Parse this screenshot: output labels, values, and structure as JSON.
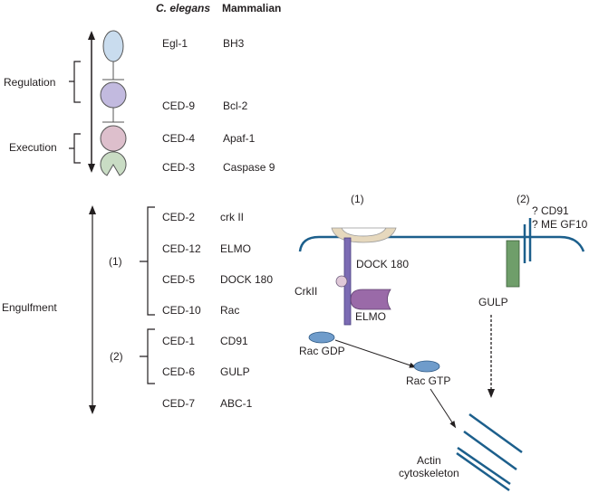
{
  "header": {
    "col_celegans": "C. elegans",
    "col_mammalian": "Mammalian"
  },
  "groups": {
    "regulation": "Regulation",
    "execution": "Execution",
    "engulfment": "Engulfment",
    "sub1": "(1)",
    "sub2": "(2)"
  },
  "apoptosis_rows": [
    {
      "celegans": "Egl-1",
      "mammalian": "BH3"
    },
    {
      "celegans": "CED-9",
      "mammalian": "Bcl-2"
    },
    {
      "celegans": "CED-4",
      "mammalian": "Apaf-1"
    },
    {
      "celegans": "CED-3",
      "mammalian": "Caspase 9"
    }
  ],
  "engulfment_rows": [
    {
      "celegans": "CED-2",
      "mammalian": "crk II"
    },
    {
      "celegans": "CED-12",
      "mammalian": "ELMO"
    },
    {
      "celegans": "CED-5",
      "mammalian": "DOCK 180"
    },
    {
      "celegans": "CED-10",
      "mammalian": "Rac"
    },
    {
      "celegans": "CED-1",
      "mammalian": "CD91"
    },
    {
      "celegans": "CED-6",
      "mammalian": "GULP"
    },
    {
      "celegans": "CED-7",
      "mammalian": "ABC-1"
    }
  ],
  "pathway": {
    "label1": "(1)",
    "label2": "(2)",
    "receptor1": "? CD91",
    "receptor2": "? ME GF10",
    "dock": "DOCK 180",
    "crk": "CrkII",
    "elmo": "ELMO",
    "gulp": "GULP",
    "rac_gdp": "Rac GDP",
    "rac_gtp": "Rac GTP",
    "actin_line1": "Actin",
    "actin_line2": "cytoskeleton"
  },
  "colors": {
    "membrane": "#1c5f8c",
    "egl1": "#c9dcee",
    "ced9": "#c2badf",
    "ced4": "#ddbfcc",
    "ced3": "#c9dcc4",
    "dock": "#7b6bb3",
    "elmo": "#9a6aa8",
    "crk": "#e0c9d8",
    "gulp": "#6f9e6a",
    "engulf_receptor": "#e6d8bd",
    "rac": "#6f9ccb"
  }
}
